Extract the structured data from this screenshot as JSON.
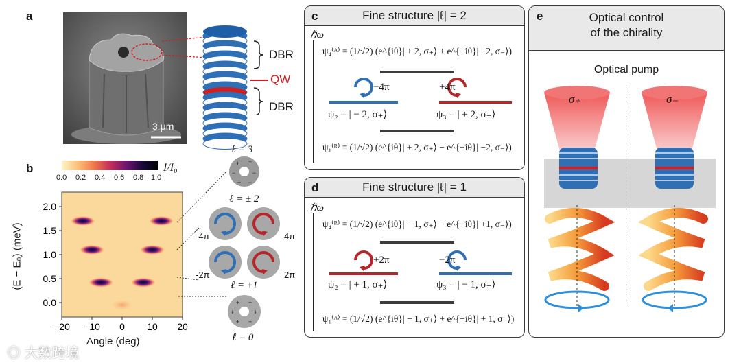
{
  "panel_a": {
    "label": "a",
    "scale_bar": "3 μm",
    "dbr_top": "DBR",
    "qw": "QW",
    "dbr_bottom": "DBR"
  },
  "panel_b": {
    "label": "b",
    "colorbar_label": "I/I₀",
    "colorbar_ticks": [
      "0.0",
      "0.2",
      "0.4",
      "0.6",
      "0.8",
      "1.0"
    ],
    "ylabel": "(E − E₀) (meV)",
    "xlabel": "Angle (deg)",
    "yticks": [
      "0.0",
      "0.5",
      "1.0",
      "1.5",
      "2.0"
    ],
    "xticks": [
      "−20",
      "−10",
      "0",
      "10",
      "20"
    ],
    "mode_labels": [
      "ℓ = 3",
      "ℓ = ± 2",
      "ℓ = ±1",
      "ℓ = 0"
    ],
    "vortex_labels": [
      "-4π",
      "4π",
      "-2π",
      "2π"
    ]
  },
  "chart_data": {
    "type": "heatmap",
    "xlabel": "Angle (deg)",
    "ylabel": "(E − E₀) (meV)",
    "xlim": [
      -20,
      20
    ],
    "ylim": [
      -0.3,
      2.3
    ],
    "colorbar": "I/I₀",
    "clim": [
      0,
      1
    ],
    "emission_peaks": [
      {
        "angle": -13,
        "energy": 1.7,
        "intensity": 1.0
      },
      {
        "angle": 13,
        "energy": 1.7,
        "intensity": 1.0
      },
      {
        "angle": -10,
        "energy": 1.1,
        "intensity": 0.95
      },
      {
        "angle": 10,
        "energy": 1.1,
        "intensity": 0.95
      },
      {
        "angle": -7,
        "energy": 0.42,
        "intensity": 1.0
      },
      {
        "angle": 7,
        "energy": 0.42,
        "intensity": 1.0
      },
      {
        "angle": 0,
        "energy": -0.05,
        "intensity": 0.3
      }
    ]
  },
  "panel_c": {
    "label": "c",
    "title": "Fine structure |ℓ| = 2",
    "axis": "ℏω",
    "psi4": "ψ₄⁽ᴬ⁾ = (1/√2) (e^{iθ}| + 2, σ₊⟩ + e^{−iθ}| −2, σ₋⟩)",
    "psi2": "ψ₂ = | − 2, σ₊⟩",
    "psi3": "ψ₃ = | + 2, σ₋⟩",
    "psi1": "ψ₁⁽ᴿ⁾ = (1/√2) (e^{iθ}| + 2, σ₊⟩ − e^{−iθ}| −2, σ₋⟩)",
    "phase_left": "−4π",
    "phase_right": "+4π"
  },
  "panel_d": {
    "label": "d",
    "title": "Fine structure |ℓ| = 1",
    "axis": "ℏω",
    "psi4": "ψ₄⁽ᴿ⁾ = (1/√2) (e^{iθ}| − 1, σ₊⟩ − e^{−iθ}| +1, σ₋⟩)",
    "psi2": "ψ₂ = | + 1, σ₊⟩",
    "psi3": "ψ₃ = | − 1, σ₋⟩",
    "psi1": "ψ₁⁽ᴬ⁾ = (1/√2) (e^{iθ}| − 1, σ₊⟩ + e^{−iθ}| + 1, σ₋⟩)",
    "phase_left": "+2π",
    "phase_right": "−2π"
  },
  "panel_e": {
    "label": "e",
    "title_line1": "Optical control",
    "title_line2": "of the chirality",
    "pump": "Optical pump",
    "sigma_plus": "σ₊",
    "sigma_minus": "σ₋"
  },
  "watermark": "大数跨境",
  "colors": {
    "blue": "#2f6fb5",
    "red": "#b3262a",
    "dark": "#3c3c3c"
  }
}
